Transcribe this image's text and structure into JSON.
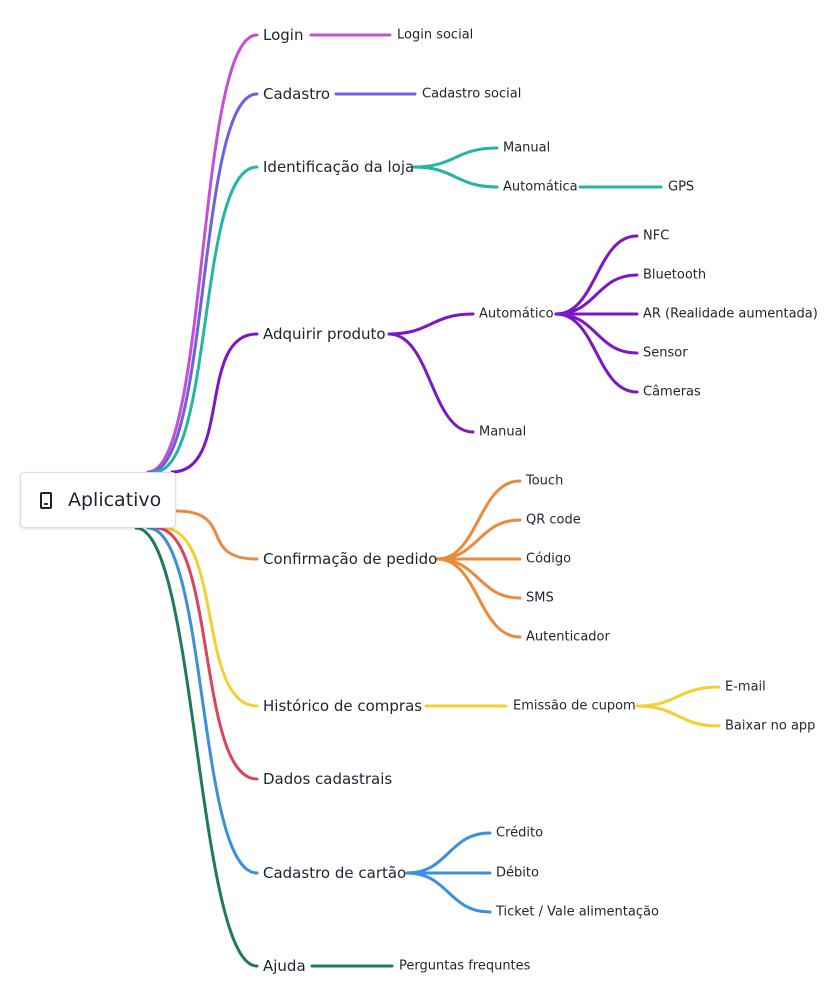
{
  "root": {
    "label": "Aplicativo",
    "icon": "tablet-icon"
  },
  "branches": [
    {
      "label": "Login",
      "color": "#c74fd6",
      "children": [
        {
          "label": "Login social"
        }
      ]
    },
    {
      "label": "Cadastro",
      "color": "#6a63dd",
      "children": [
        {
          "label": "Cadastro social"
        }
      ]
    },
    {
      "label": "Identificação da loja",
      "color": "#26b4a3",
      "children": [
        {
          "label": "Manual"
        },
        {
          "label": "Automática",
          "children": [
            {
              "label": "GPS"
            }
          ]
        }
      ]
    },
    {
      "label": "Adquirir produto",
      "color": "#7d17c5",
      "children": [
        {
          "label": "Automático",
          "children": [
            {
              "label": "NFC"
            },
            {
              "label": "Bluetooth"
            },
            {
              "label": "AR (Realidade aumentada)"
            },
            {
              "label": "Sensor"
            },
            {
              "label": "Câmeras"
            }
          ]
        },
        {
          "label": "Manual"
        }
      ]
    },
    {
      "label": "Confirmação de pedido",
      "color": "#ea8a3d",
      "children": [
        {
          "label": "Touch"
        },
        {
          "label": "QR code"
        },
        {
          "label": "Código"
        },
        {
          "label": "SMS"
        },
        {
          "label": "Autenticador"
        }
      ]
    },
    {
      "label": "Histórico de compras",
      "color": "#f5cf2f",
      "children": [
        {
          "label": "Emissão de cupom",
          "children": [
            {
              "label": "E-mail"
            },
            {
              "label": "Baixar no app"
            }
          ]
        }
      ]
    },
    {
      "label": "Dados cadastrais",
      "color": "#d9455f",
      "children": []
    },
    {
      "label": "Cadastro de cartão",
      "color": "#3b8fdf",
      "children": [
        {
          "label": "Crédito"
        },
        {
          "label": "Débito"
        },
        {
          "label": "Ticket / Vale alimentação"
        }
      ]
    },
    {
      "label": "Ajuda",
      "color": "#1f7a5c",
      "children": [
        {
          "label": "Perguntas frequntes"
        }
      ]
    }
  ]
}
